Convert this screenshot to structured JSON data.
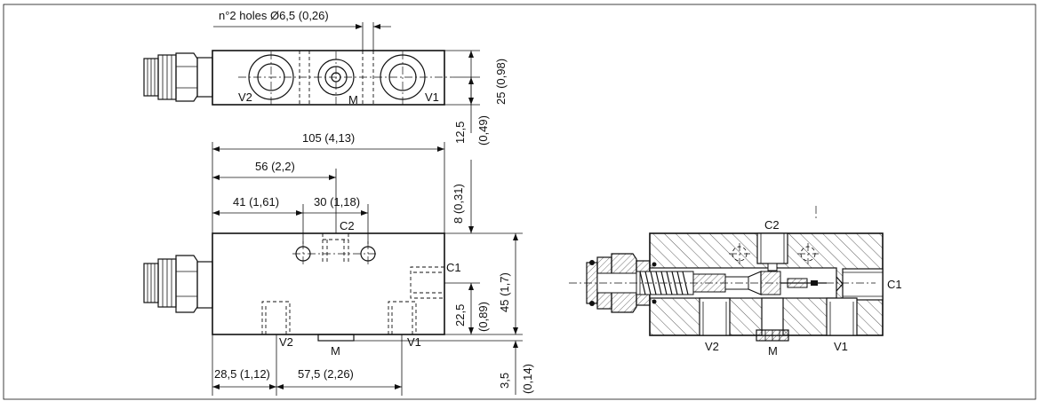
{
  "drawing": {
    "top_view": {
      "holes_note": "n°2 holes Ø6,5 (0,26)",
      "port_v2": "V2",
      "port_m": "M",
      "port_v1": "V1",
      "dim_height": "25 (0,98)",
      "dim_half_height": "12,5",
      "dim_half_height_in": "(0,49)"
    },
    "front_view": {
      "dim_length": "105 (4,13)",
      "dim_56": "56 (2,2)",
      "dim_41": "41 (1,61)",
      "dim_30": "30 (1,18)",
      "dim_8": "8 (0,31)",
      "dim_45": "45 (1,7)",
      "dim_22_5": "22,5",
      "dim_22_5_in": "(0,89)",
      "dim_3_5": "3,5",
      "dim_3_5_in": "(0,14)",
      "dim_28_5": "28,5 (1,12)",
      "dim_57_5": "57,5 (2,26)",
      "port_c2": "C2",
      "port_c1": "C1",
      "port_v2": "V2",
      "port_v1": "V1",
      "port_m": "M"
    },
    "section_view": {
      "port_c2": "C2",
      "port_c1": "C1",
      "port_v2": "V2",
      "port_m": "M",
      "port_v1": "V1"
    }
  }
}
